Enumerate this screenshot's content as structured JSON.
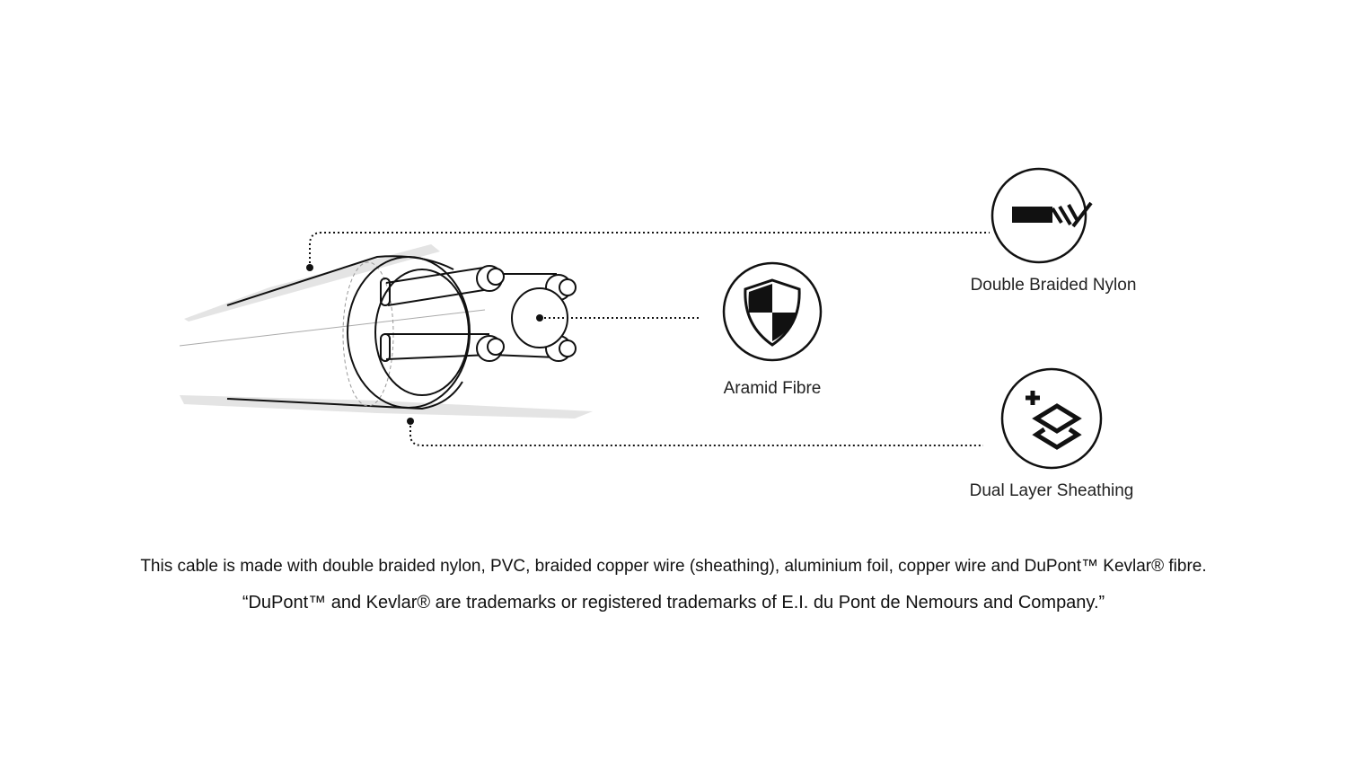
{
  "features": [
    {
      "label": "Double Braided Nylon",
      "icon": "braided-nylon-icon"
    },
    {
      "label": "Aramid Fibre",
      "icon": "shield-icon"
    },
    {
      "label": "Dual Layer Sheathing",
      "icon": "layers-plus-icon"
    }
  ],
  "captions": {
    "materials": "This cable is made with double braided nylon, PVC, braided copper wire (sheathing), aluminium foil, copper wire and DuPont™ Kevlar® fibre.",
    "trademark": "“DuPont™ and Kevlar® are trademarks or registered trademarks of E.I. du Pont de Nemours and Company.”"
  }
}
